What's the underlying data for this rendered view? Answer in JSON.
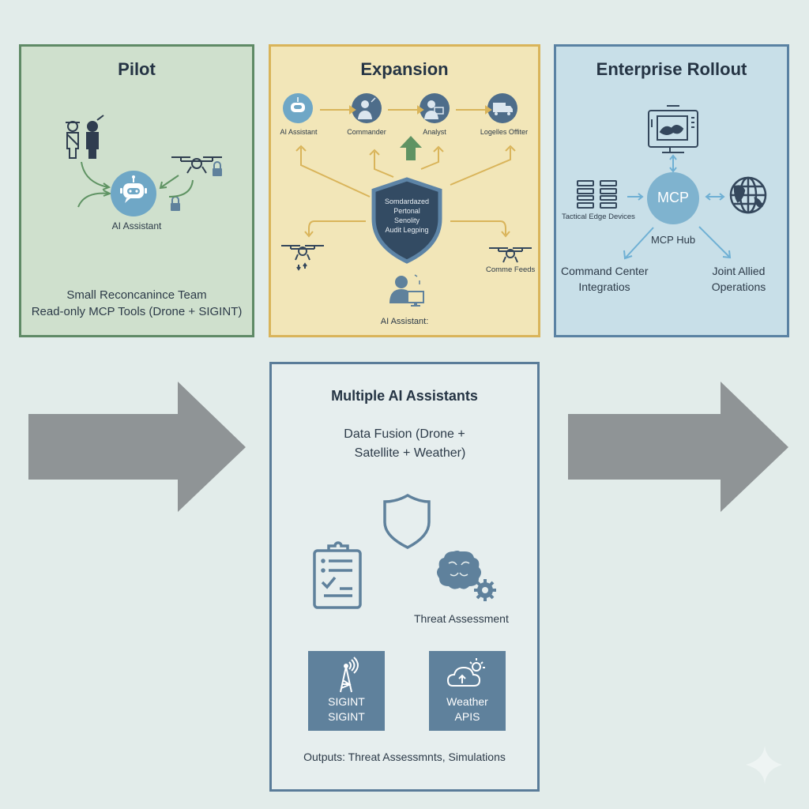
{
  "colors": {
    "background": "#e2ecea",
    "pilot_fill": "#cfe0cd",
    "pilot_border": "#5f8a66",
    "expansion_fill": "#f2e6b8",
    "expansion_border": "#d9b45a",
    "enterprise_fill": "#c8dfe8",
    "enterprise_border": "#5a82a3",
    "multi_fill": "#e6eeee",
    "multi_border": "#5a7c99",
    "flow_arrow": "#8f9496",
    "icon_blue": "#5f819c",
    "hub_blue": "#7fb3cf"
  },
  "pilot": {
    "title": "Pilot",
    "hub_label": "AI Assistant",
    "icons": [
      "soldiers-icon",
      "drone-icon",
      "lock-icon",
      "lock-icon",
      "robot-chat-icon"
    ],
    "caption_line1": "Small Reconcanince Team",
    "caption_line2": "Read-only MCP Tools (Drone + SIGINT)"
  },
  "expansion": {
    "title": "Expansion",
    "roles": [
      {
        "label": "AI Assistant",
        "icon": "robot-chat-icon"
      },
      {
        "label": "Commander",
        "icon": "commander-icon"
      },
      {
        "label": "Analyst",
        "icon": "analyst-icon"
      },
      {
        "label": "Logelles Offiter",
        "icon": "truck-icon"
      }
    ],
    "shield_lines": [
      "Somdardazed",
      "Pertonal",
      "Senolity",
      "Audit Legping"
    ],
    "feeds_label": "Comme Feeds",
    "bottom_label": "AI Assistant:"
  },
  "enterprise": {
    "title": "Enterprise Rollout",
    "hub_text": "MCP",
    "hub_label": "MCP Hub",
    "edge_label": "Tactical Edge Devices",
    "command_line1": "Command Center",
    "command_line2": "Integratios",
    "joint_line1": "Joint Allied",
    "joint_line2": "Operations"
  },
  "multi": {
    "title": "Multiple AI Assistants",
    "fusion_line1": "Data Fusion (Drone +",
    "fusion_line2": "Satellite + Weather)",
    "threat_label": "Threat Assessment",
    "tiles": [
      {
        "line1": "SIGINT",
        "line2": "SIGINT",
        "icon": "radio-tower-icon"
      },
      {
        "line1": "Weather",
        "line2": "APIS",
        "icon": "cloud-sun-icon"
      }
    ],
    "outputs": "Outputs: Threat Assessmnts, Simulations"
  }
}
